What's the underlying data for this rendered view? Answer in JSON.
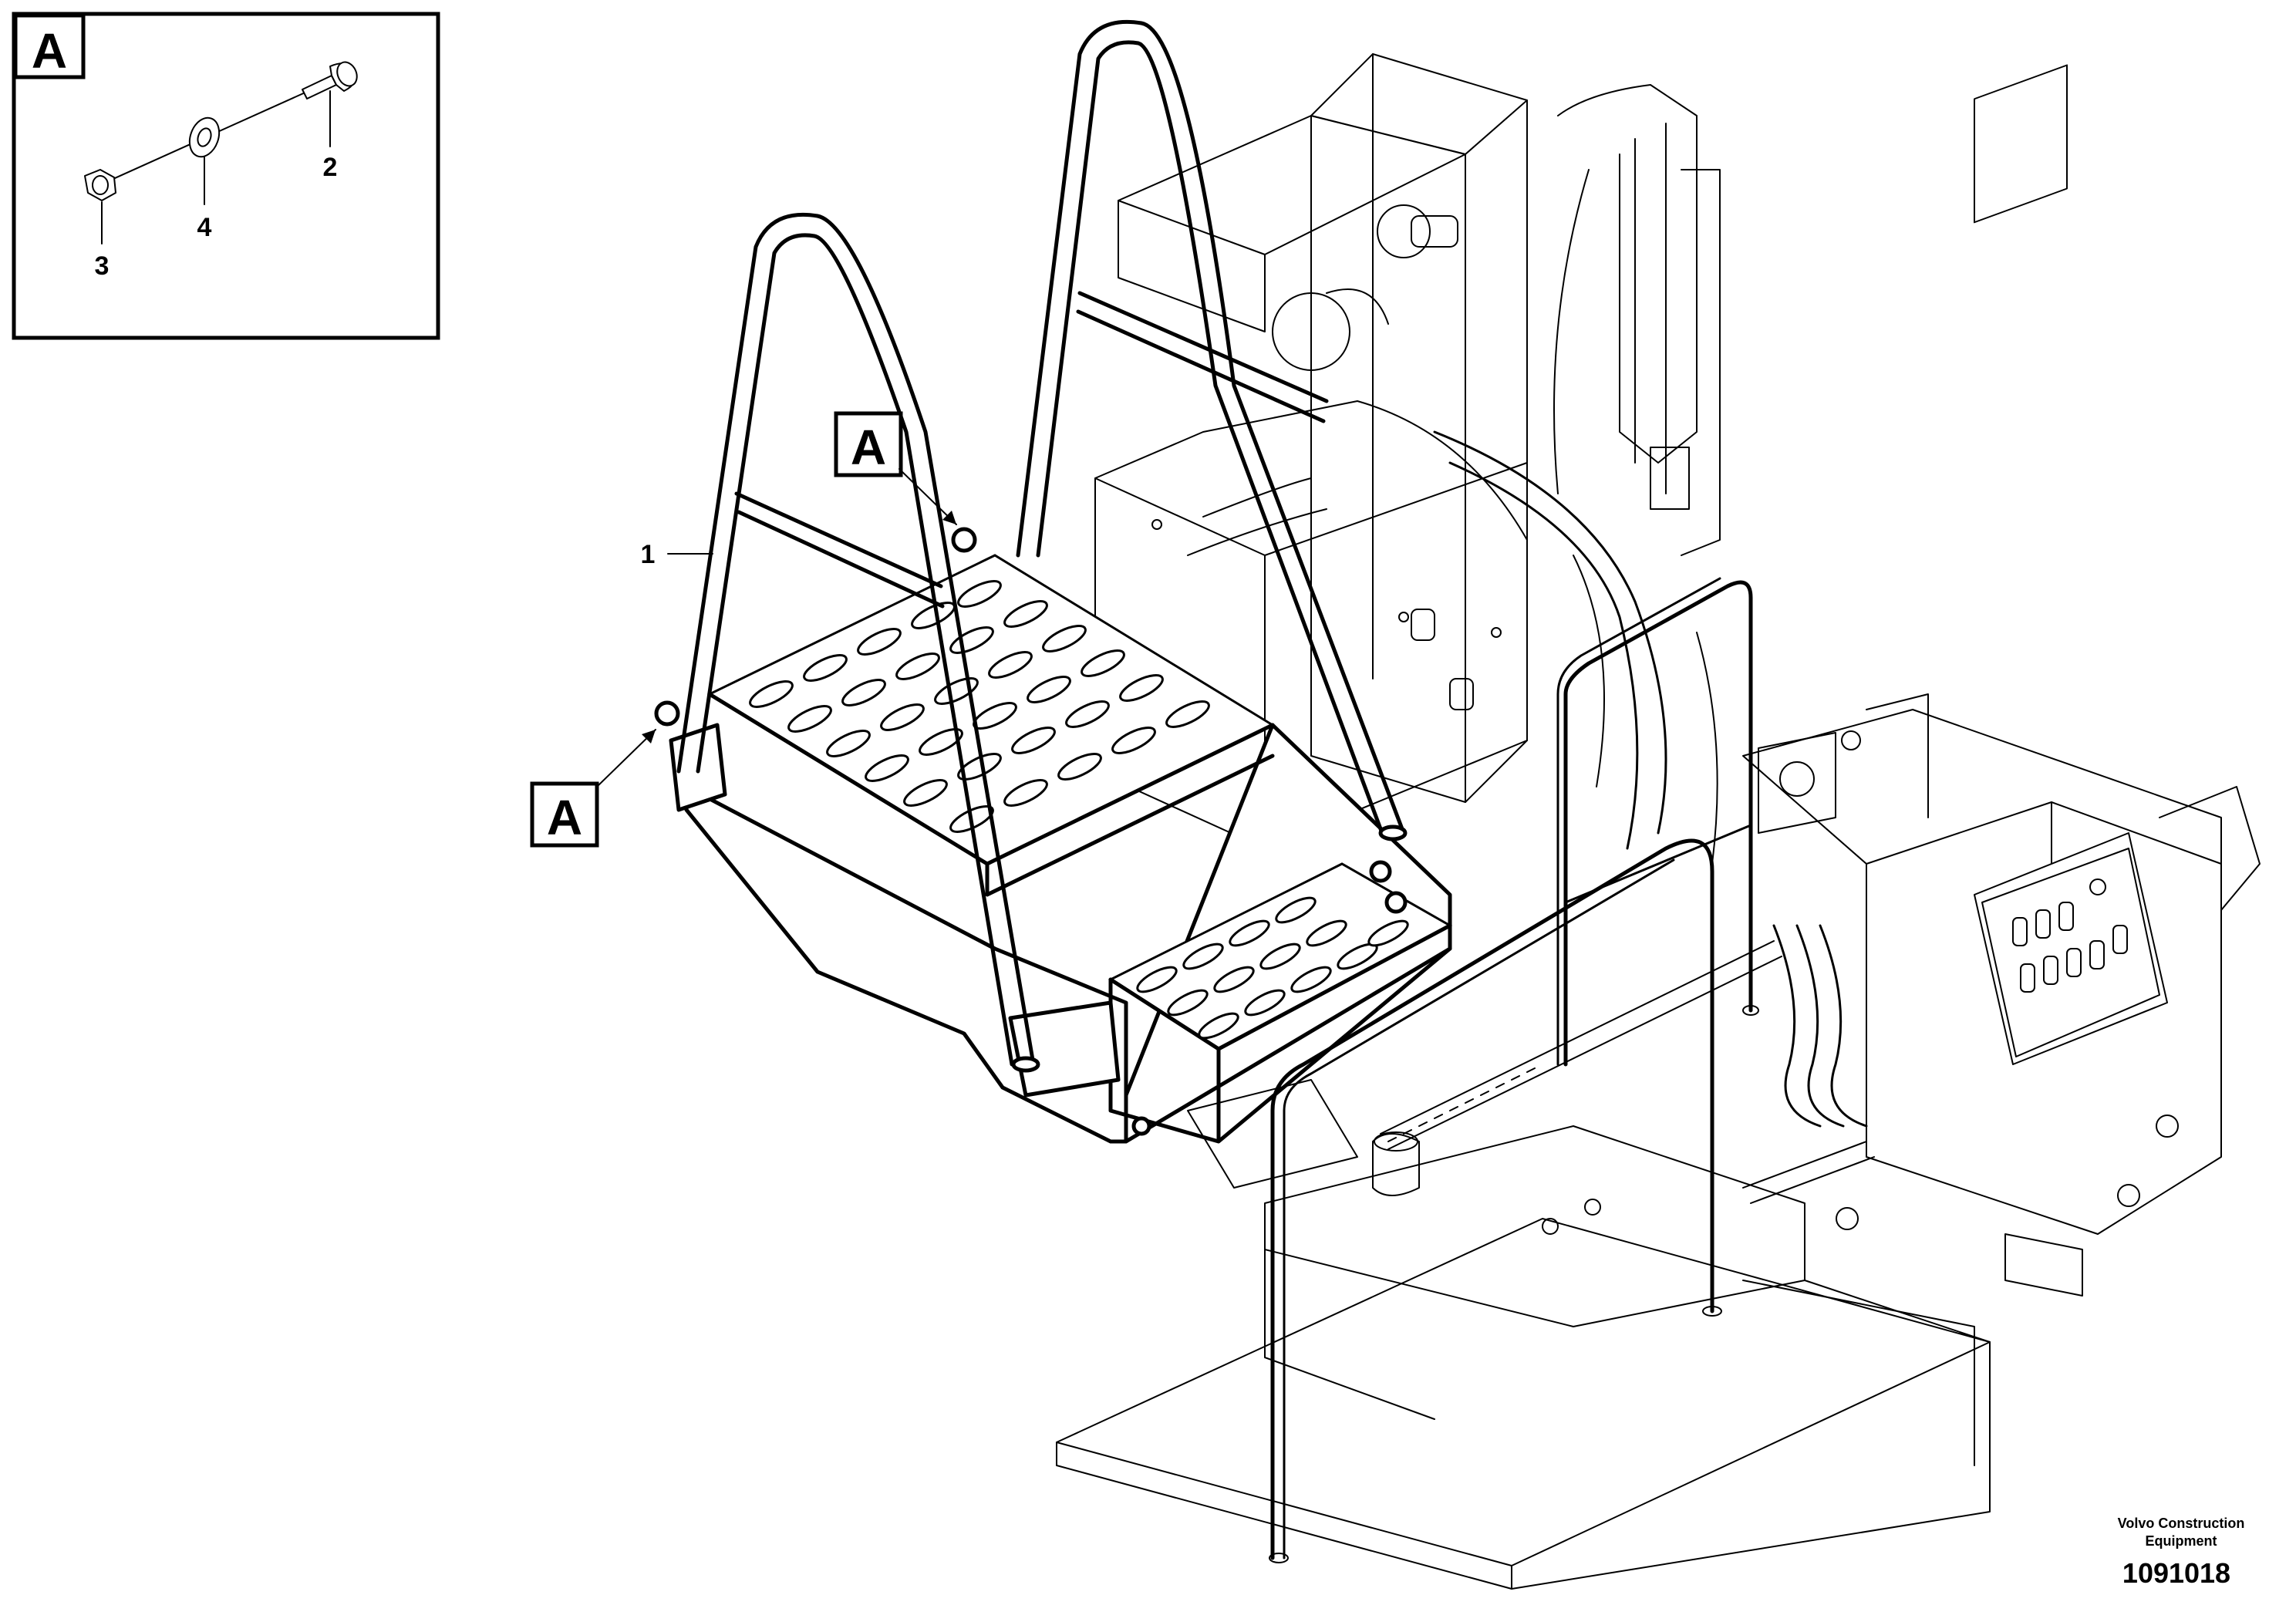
{
  "detail_view": {
    "tag": "A",
    "callouts": {
      "c2": "2",
      "c4": "4",
      "c3": "3"
    }
  },
  "main_view": {
    "callout_1": "1",
    "view_tags": [
      "A",
      "A"
    ]
  },
  "footer": {
    "company_line1": "Volvo Construction",
    "company_line2": "Equipment",
    "figure_number": "1091018"
  }
}
